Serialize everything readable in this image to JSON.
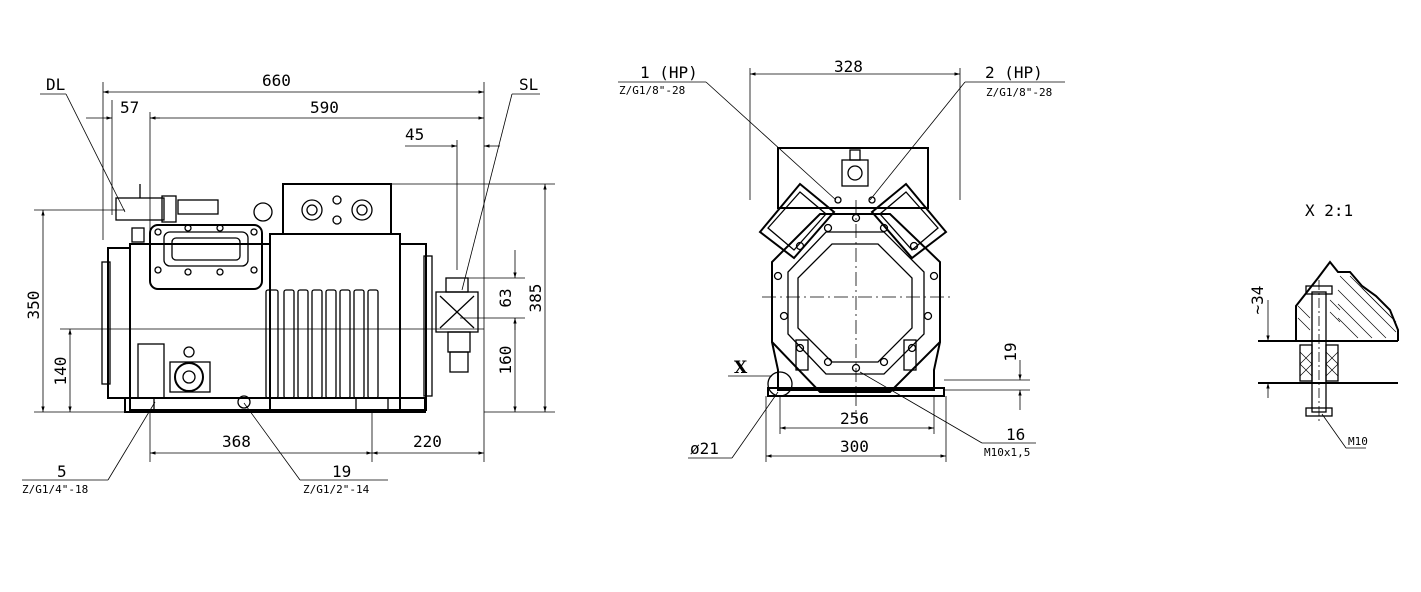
{
  "left_view": {
    "labels": {
      "dl": "DL",
      "sl": "SL"
    },
    "dims": {
      "overall_length": "660",
      "inner_length": "590",
      "offset_left": "57",
      "offset_right": "45",
      "height_total": "385",
      "height_dl": "350",
      "height_axis": "140",
      "height_sl": "160",
      "sl_port_gap": "63",
      "base_span_left": "368",
      "base_span_right": "220"
    },
    "callouts": [
      {
        "number": "5",
        "thread": "Z/G1/4\"-18"
      },
      {
        "number": "19",
        "thread": "Z/G1/2\"-14"
      }
    ]
  },
  "middle_view": {
    "callouts": [
      {
        "number": "1 (HP)",
        "thread": "Z/G1/8\"-28"
      },
      {
        "number": "2 (HP)",
        "thread": "Z/G1/8\"-28"
      },
      {
        "number": "16",
        "thread": "M10x1,5"
      }
    ],
    "dims": {
      "top_width": "328",
      "base_inner": "256",
      "base_outer": "300",
      "foot_height": "19",
      "hole_diameter": "ø21"
    },
    "marker": "X"
  },
  "detail_view": {
    "title": "X 2:1",
    "dim_height": "~34",
    "bolt_label": "M10"
  }
}
